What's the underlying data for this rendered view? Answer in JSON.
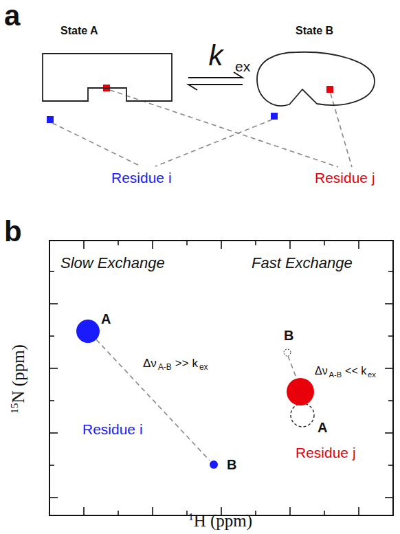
{
  "diagram": {
    "nodes": [
      {
        "text": [
          "State A"
        ]
      },
      {
        "text": [
          "State B"
        ]
      }
    ],
    "edges": [
      {
        "from": 0,
        "to": 1,
        "arrow": "both",
        "label": "k"
      }
    ],
    "labels": [
      "a",
      "Residue i",
      "Residue j",
      "ex",
      "b",
      "Slow Exchange",
      "Fast Exchange",
      "A",
      "B",
      "Δν",
      "A-B",
      ">> k",
      "ex",
      "A",
      "B",
      "Δν",
      "A-B",
      "<< k",
      "ex",
      "Residue i",
      "Residue j",
      "15",
      "N (ppm)",
      "1",
      "H (ppm)"
    ]
  }
}
